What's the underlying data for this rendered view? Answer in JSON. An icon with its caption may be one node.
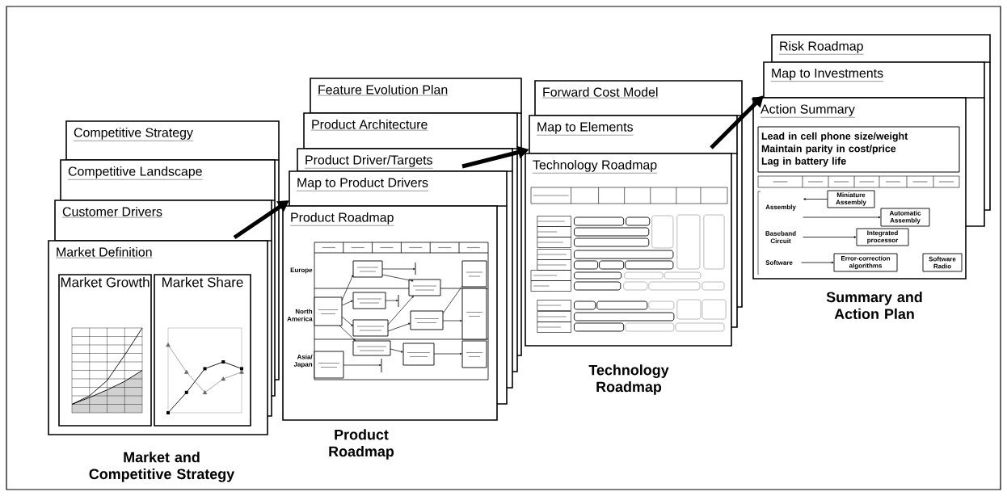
{
  "diagram": {
    "nodes": [
      {
        "text": [
          "Competitive Strategy"
        ]
      },
      {
        "text": [
          "Competitive Landscape"
        ]
      },
      {
        "text": [
          "Customer Drivers"
        ]
      },
      {
        "text": [
          "Market Definition"
        ]
      },
      {
        "text": [
          "Market Growth"
        ],
        "in": 3
      },
      {
        "text": [
          "Market Share"
        ],
        "in": 3
      },
      {
        "text": [
          "Feature Evolution Plan"
        ]
      },
      {
        "text": [
          "Product Architecture"
        ]
      },
      {
        "text": [
          "Product Driver/Targets"
        ]
      },
      {
        "text": [
          "Map to Product Drivers"
        ]
      },
      {
        "text": [
          "Product Roadmap"
        ]
      },
      {
        "text": [
          "Forward Cost Model"
        ]
      },
      {
        "text": [
          "Map to Elements"
        ]
      },
      {
        "text": [
          "Technology Roadmap"
        ]
      },
      {
        "text": [
          "Risk Roadmap"
        ]
      },
      {
        "text": [
          "Map to Investments"
        ]
      },
      {
        "text": [
          "Action Summary"
        ]
      },
      {
        "text": [
          "Lead in cell phone size/weight",
          "Maintain parity in cost/price",
          "Lag in battery life"
        ],
        "in": 16
      },
      {
        "text": [
          "Miniature Assembly"
        ],
        "in": 16
      },
      {
        "text": [
          "Automatic Assembly"
        ],
        "in": 16
      },
      {
        "text": [
          "Integrated processor"
        ],
        "in": 16
      },
      {
        "text": [
          "Error-correction algorithms"
        ],
        "in": 16
      },
      {
        "text": [
          "Software Radio"
        ],
        "in": 16
      },
      {
        "text": [
          "Assembly"
        ],
        "in": 16
      },
      {
        "text": [
          "Baseband Circuit"
        ],
        "in": 16
      },
      {
        "text": [
          "Software"
        ],
        "in": 16
      }
    ],
    "edges": [
      {
        "from": 2,
        "to": 9,
        "arrow": "to",
        "style": "thick"
      },
      {
        "from": 8,
        "to": 12,
        "arrow": "to",
        "style": "thick"
      },
      {
        "from": 12,
        "to": 15,
        "arrow": "to",
        "style": "thick"
      },
      {
        "from": 18,
        "to": 23,
        "arrow": "to"
      },
      {
        "from": 23,
        "to": 19,
        "arrow": "to"
      },
      {
        "from": 24,
        "to": 20,
        "arrow": "to"
      },
      {
        "from": 25,
        "to": 21,
        "arrow": "to"
      }
    ],
    "labels": [
      "Europe",
      "North America",
      "Asia/ Japan",
      "Market and Competitive Strategy",
      "Product Roadmap",
      "Technology Roadmap",
      "Summary and Action Plan"
    ]
  }
}
